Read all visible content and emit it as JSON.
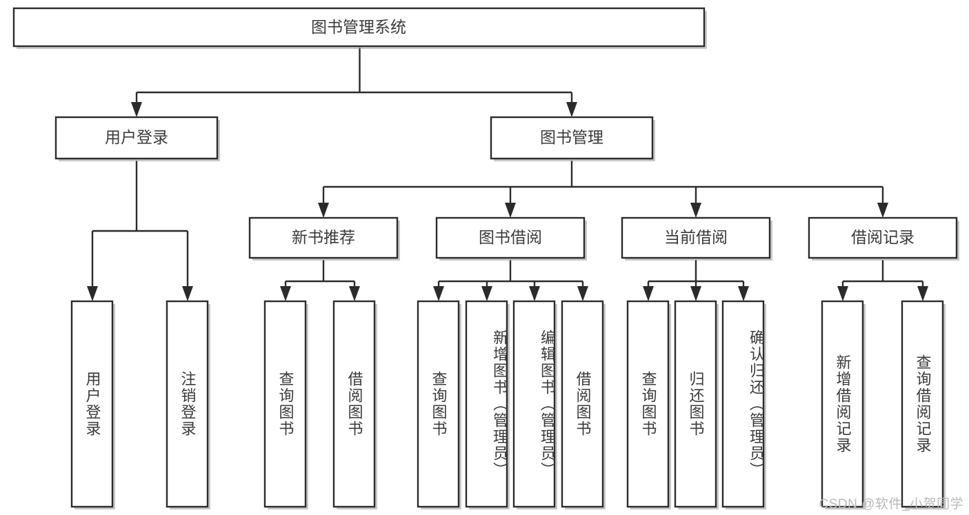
{
  "diagram": {
    "type": "hierarchy-tree",
    "title": "图书管理系统",
    "watermark": "CSDN @软件_小贺同学",
    "colors": {
      "box_fill": "#ffffff",
      "box_stroke": "#2b2b2b",
      "text": "#3a3a3a",
      "shadow": "#9a9a9a",
      "watermark": "#b9b9b9",
      "background": "#ffffff"
    },
    "root": {
      "label": "图书管理系统"
    },
    "level2": [
      {
        "label": "用户登录"
      },
      {
        "label": "图书管理"
      }
    ],
    "level3": [
      {
        "label": "新书推荐"
      },
      {
        "label": "图书借阅"
      },
      {
        "label": "当前借阅"
      },
      {
        "label": "借阅记录"
      }
    ],
    "leaves": {
      "user_login": [
        {
          "label": "用户登录"
        },
        {
          "label": "注销登录"
        }
      ],
      "new_book_recommend": [
        {
          "label": "查询图书"
        },
        {
          "label": "借阅图书"
        }
      ],
      "book_borrow": [
        {
          "label": "查询图书"
        },
        {
          "label": "新增图书（管理员）"
        },
        {
          "label": "编辑图书（管理员）"
        },
        {
          "label": "借阅图书"
        }
      ],
      "current_borrow": [
        {
          "label": "查询图书"
        },
        {
          "label": "归还图书"
        },
        {
          "label": "确认归还（管理员）"
        }
      ],
      "borrow_record": [
        {
          "label": "新增借阅记录"
        },
        {
          "label": "查询借阅记录"
        }
      ]
    }
  }
}
